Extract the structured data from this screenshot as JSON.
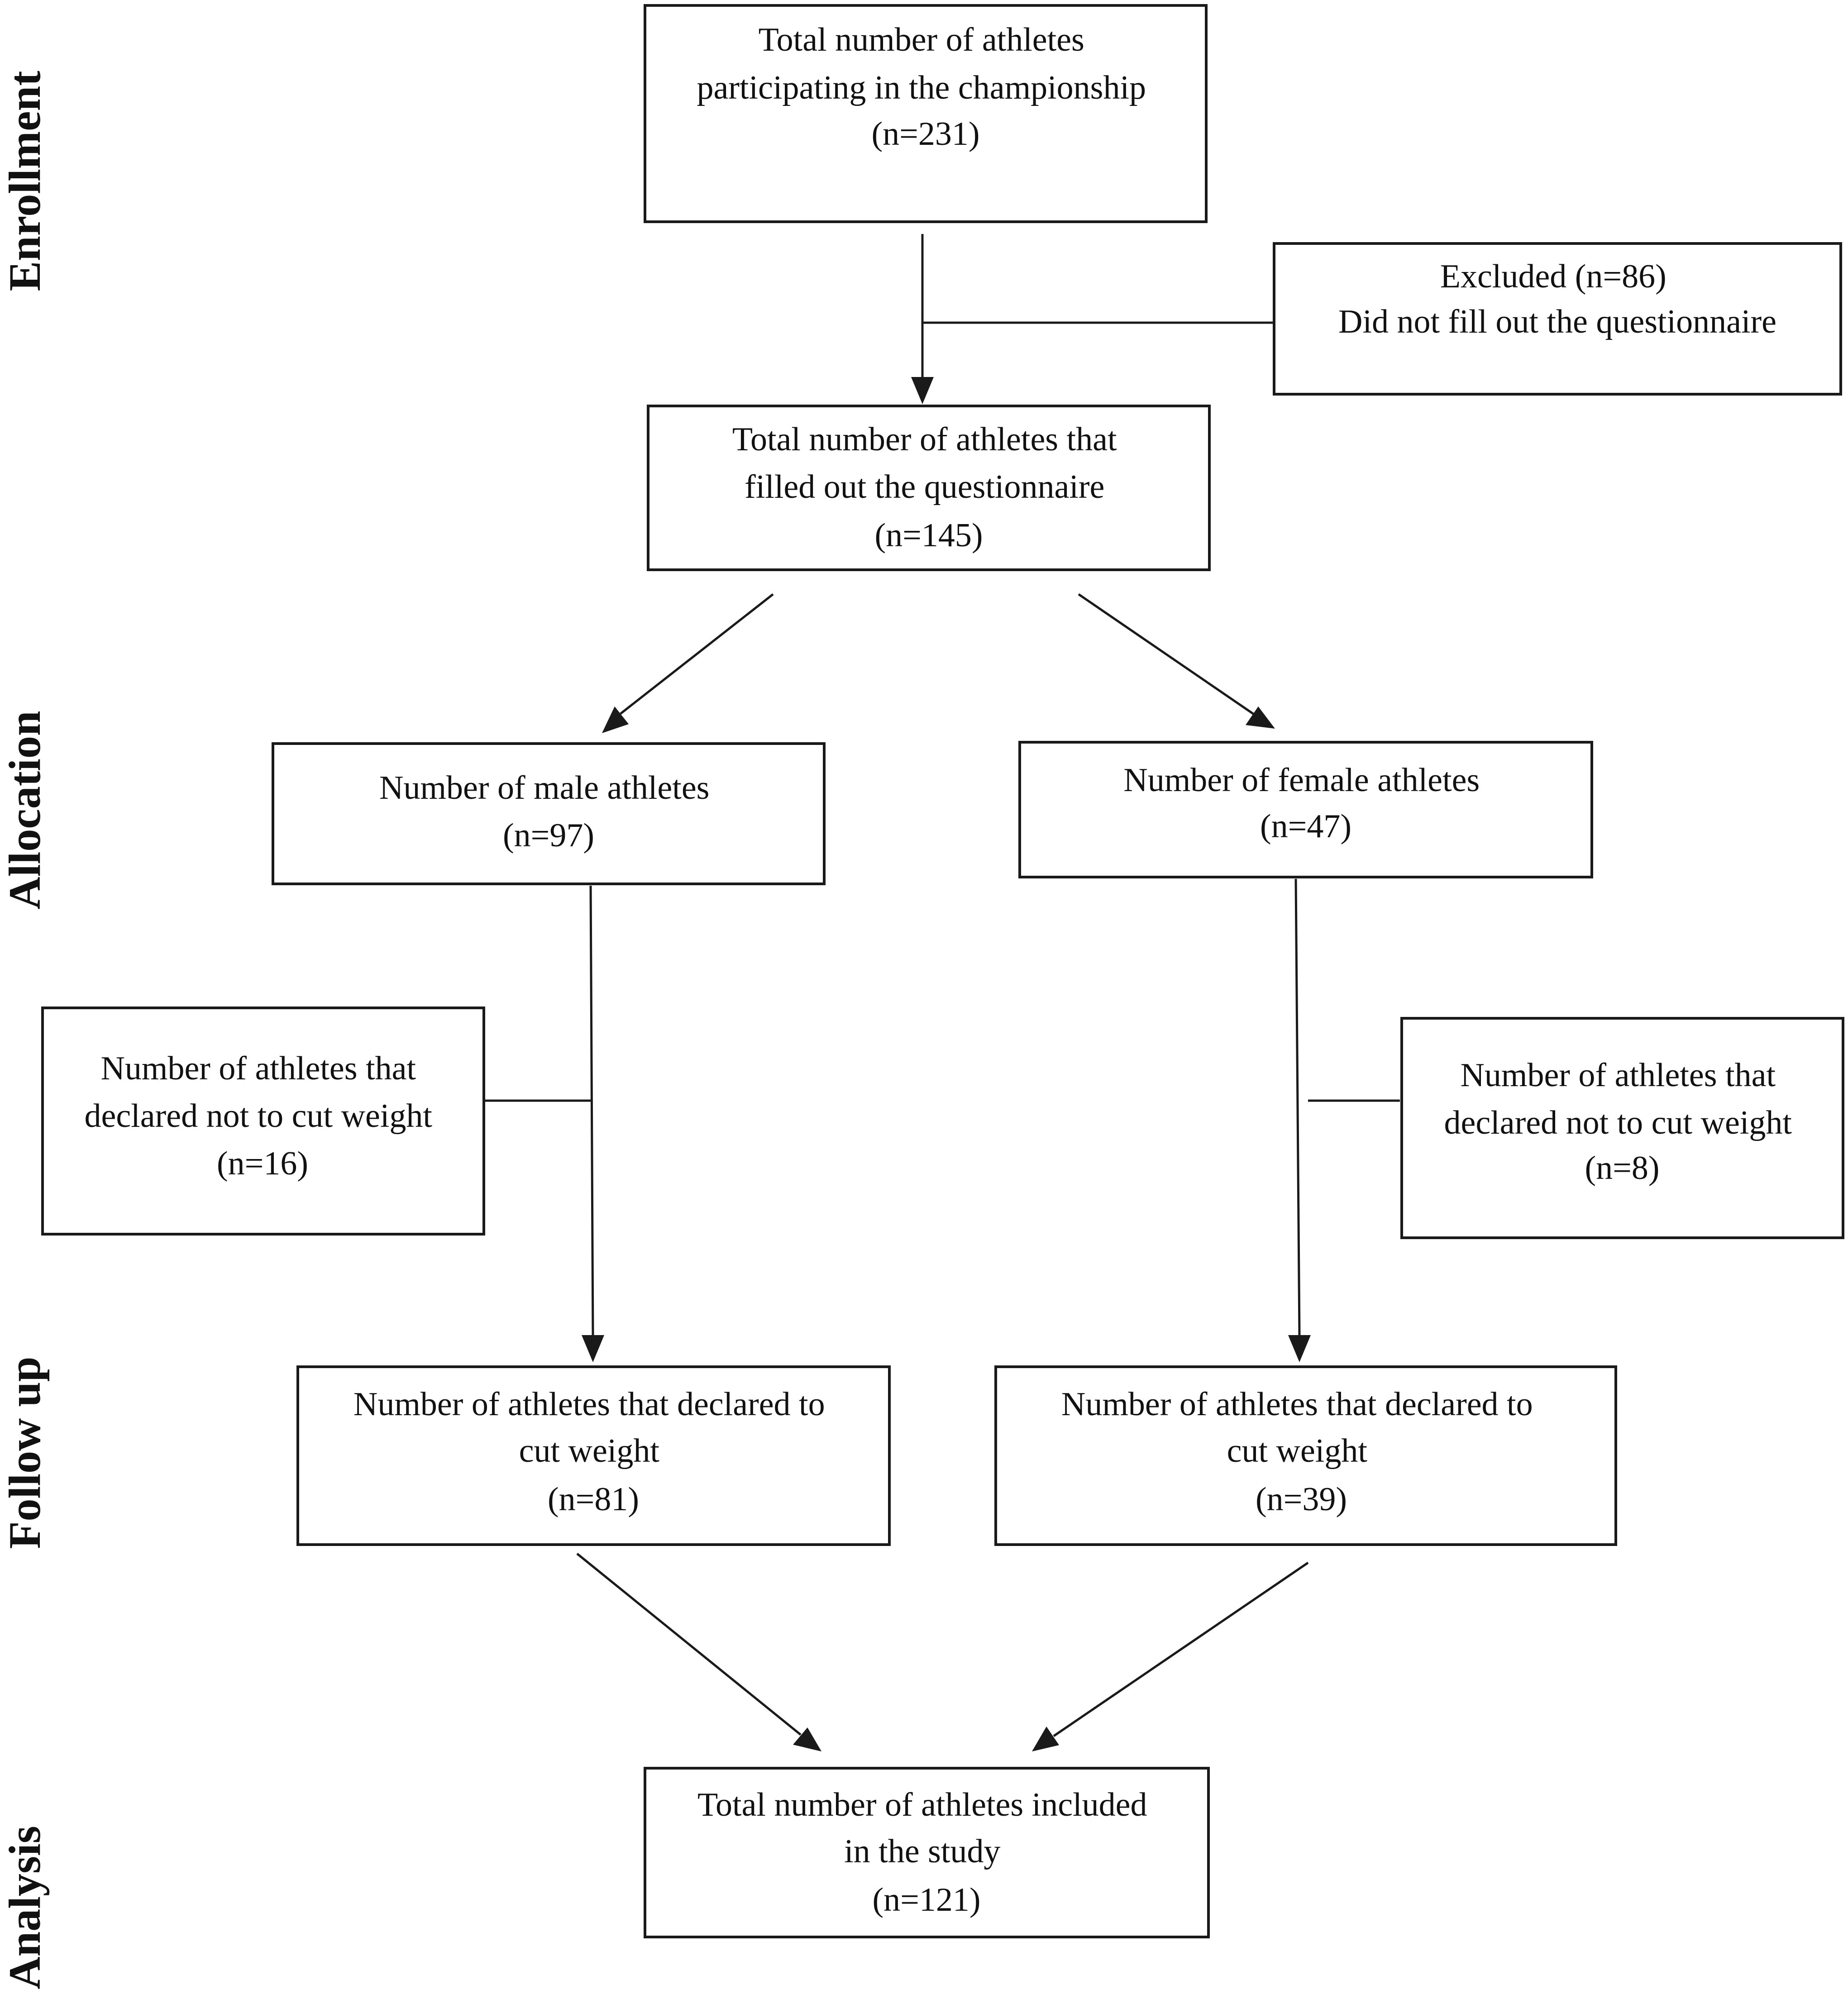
{
  "phases": {
    "enrollment": "Enrollment",
    "allocation": "Allocation",
    "follow_up": "Follow up",
    "analysis": "Analysis"
  },
  "boxes": {
    "total_participating": [
      "Total number of athletes",
      "participating in the championship",
      "(n=231)"
    ],
    "excluded": [
      "Excluded (n=86)",
      "Did not fill out the questionnaire"
    ],
    "filled_questionnaire": [
      "Total number of athletes that",
      "filled out the questionnaire",
      "(n=145)"
    ],
    "male_athletes": [
      "Number of male athletes",
      "(n=97)"
    ],
    "female_athletes": [
      "Number of female athletes",
      "(n=47)"
    ],
    "male_no_cut": [
      "Number of athletes that",
      "declared not to cut weight",
      "(n=16)"
    ],
    "female_no_cut": [
      "Number of athletes that",
      "declared not to cut weight",
      "(n=8)"
    ],
    "male_cut": [
      "Number of athletes that declared to",
      "cut weight",
      "(n=81)"
    ],
    "female_cut": [
      "Number of athletes that declared to",
      "cut weight",
      "(n=39)"
    ],
    "included": [
      "Total number of athletes included",
      "in the study",
      "(n=121)"
    ]
  }
}
